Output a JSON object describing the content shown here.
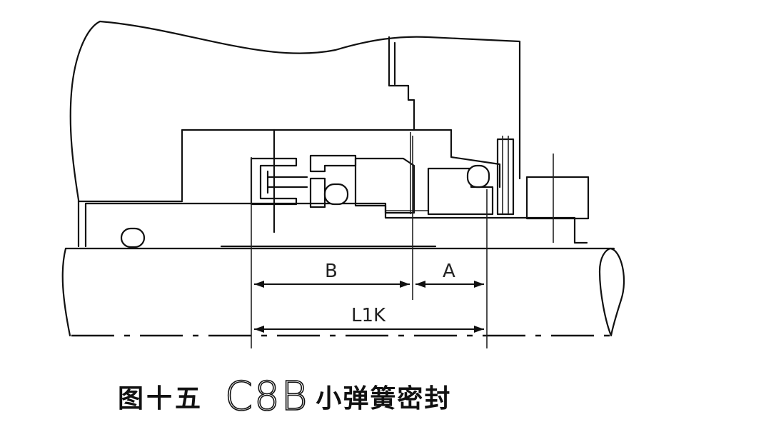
{
  "figure": {
    "dimension_labels": {
      "b": "B",
      "a": "A",
      "l1k": "L1K"
    },
    "caption": {
      "figure_number": "图十五",
      "model": "C8B",
      "description": "小弹簧密封"
    }
  }
}
